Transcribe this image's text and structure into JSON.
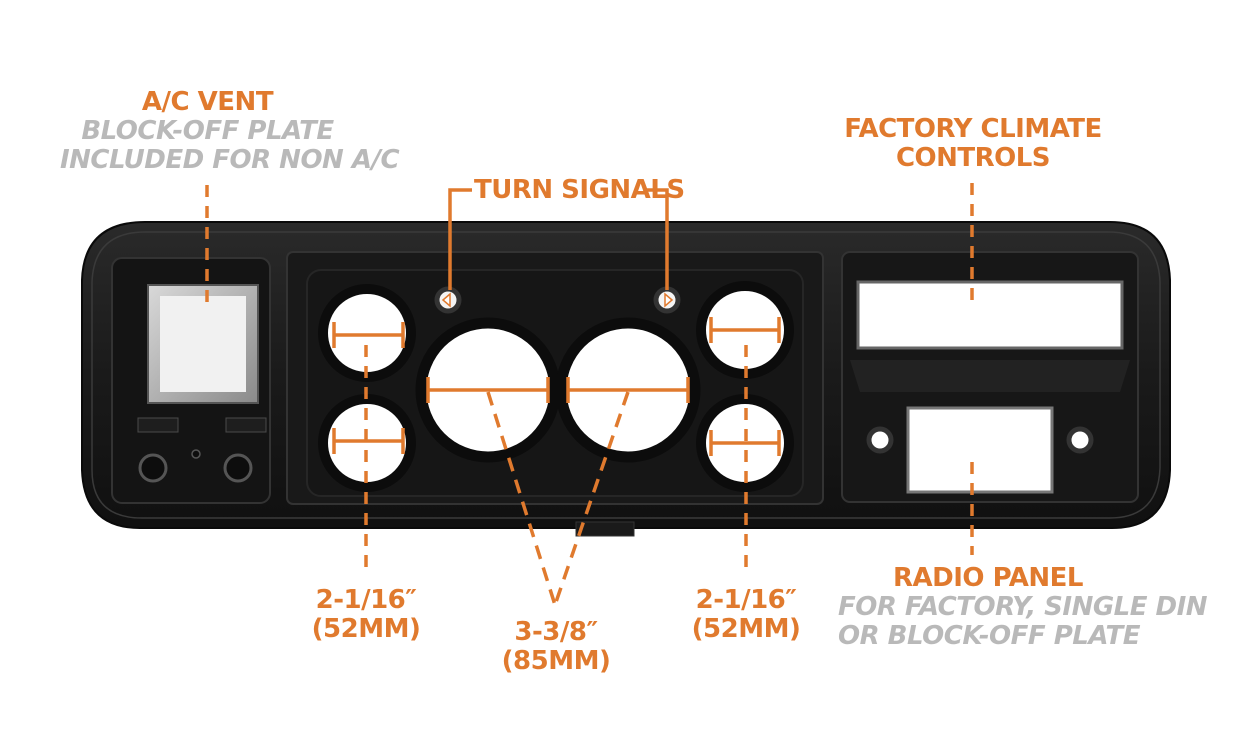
{
  "colors": {
    "accent": "#e07a2e",
    "secondary_text": "#b9b9b9",
    "panel": "#161616",
    "background": "#ffffff"
  },
  "labels": {
    "ac_vent": {
      "title": "A/C VENT",
      "line1": "BLOCK-OFF PLATE",
      "line2": "INCLUDED FOR NON A/C"
    },
    "turn_signals": {
      "title": "TURN SIGNALS"
    },
    "climate": {
      "line1": "FACTORY CLIMATE",
      "line2": "CONTROLS"
    },
    "radio": {
      "title": "RADIO PANEL",
      "line1": "FOR FACTORY, SINGLE DIN",
      "line2": "OR BLOCK-OFF PLATE"
    },
    "small_left": {
      "size": "2-1/16″",
      "metric": "(52MM)"
    },
    "large": {
      "size": "3-3/8″",
      "metric": "(85MM)"
    },
    "small_right": {
      "size": "2-1/16″",
      "metric": "(52MM)"
    }
  }
}
